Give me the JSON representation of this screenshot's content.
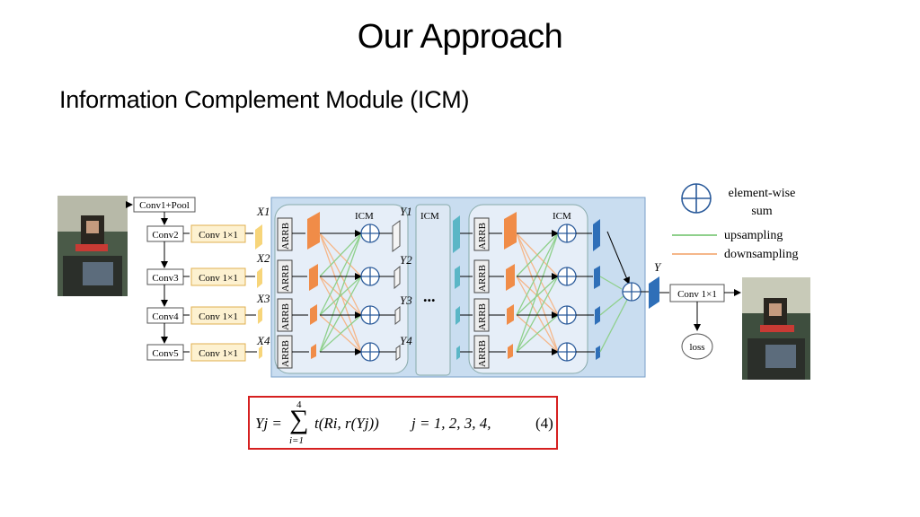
{
  "slide": {
    "title": "Our Approach",
    "subtitle": "Information Complement Module (ICM)"
  },
  "diagram": {
    "backbone": [
      "Conv1+Pool",
      "Conv2",
      "Conv3",
      "Conv4",
      "Conv5"
    ],
    "lateral_convs": [
      "Conv 1×1",
      "Conv 1×1",
      "Conv 1×1",
      "Conv 1×1"
    ],
    "x_labels": [
      "X1",
      "X2",
      "X3",
      "X4"
    ],
    "y_labels": [
      "Y1",
      "Y2",
      "Y3",
      "Y4"
    ],
    "arrb_label": "ARRB",
    "icm_label": "ICM",
    "ellipsis": "...",
    "output_label": "Y",
    "output_conv": "Conv 1×1",
    "loss_label": "loss",
    "legend": {
      "sum_line1": "element-wise",
      "sum_line2": "sum",
      "upsampling": "upsampling",
      "downsampling": "downsampling"
    },
    "colors": {
      "panel": "#c9ddf0",
      "conv_box": "#fdf1d0",
      "upsampling": "#8fd08c",
      "downsampling": "#f5b78a",
      "equation_border": "#d62020"
    }
  },
  "equation": {
    "lhs": "Yj =",
    "sum_top": "4",
    "sum_bottom": "i=1",
    "body": "t(Ri, r(Yj))",
    "condition": "j = 1, 2, 3, 4,",
    "number": "(4)"
  }
}
